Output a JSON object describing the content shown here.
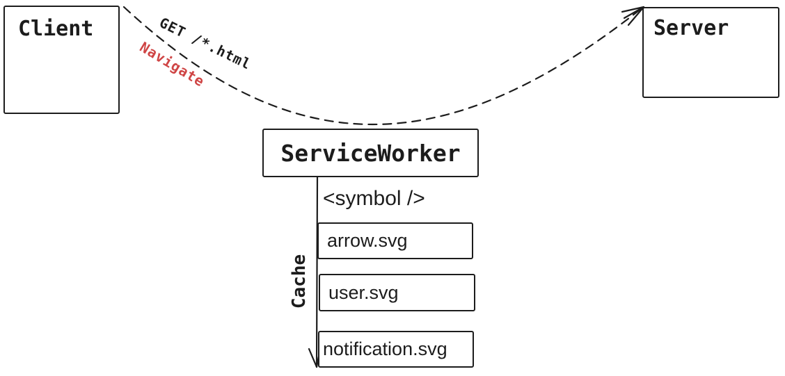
{
  "colors": {
    "ink": "#1c1c1c",
    "accent_red": "#cf4545",
    "background": "#ffffff"
  },
  "diagram": {
    "client": {
      "label": "Client"
    },
    "server": {
      "label": "Server"
    },
    "service_worker": {
      "label": "ServiceWorker"
    },
    "request": {
      "method_label": "GET /*.html",
      "event_label": "Navigate"
    },
    "cache": {
      "label": "Cache",
      "symbol_label": "<symbol />",
      "items": [
        {
          "label": "arrow.svg"
        },
        {
          "label": "user.svg"
        },
        {
          "label": "notification.svg"
        }
      ]
    }
  }
}
